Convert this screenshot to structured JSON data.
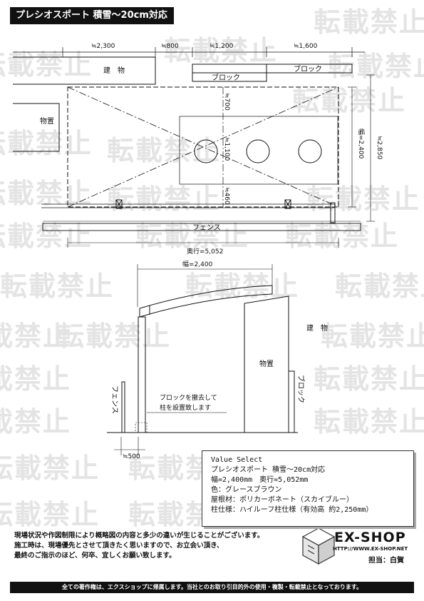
{
  "title": "プレシオスポート 積雪～20cm対応",
  "watermark": "転載禁止",
  "plan": {
    "dims_top": [
      "≒2,300",
      "≒800",
      "≒1,200",
      "≒1,600"
    ],
    "building": "建　物",
    "block1": "ブロック",
    "block2": "ブロック",
    "storage": "物置",
    "dim_700": "≒700",
    "dim_1100": "≒1,100",
    "dim_460": "≒460",
    "width": "幅=2,400",
    "height_right": "≒2,850",
    "fence": "フェンス",
    "depth": "奥行=5,052"
  },
  "elevation": {
    "width": "幅=2,400",
    "building": "建　物",
    "storage": "物置",
    "block": "ブロック",
    "fence": "フェンス",
    "note_line1": "ブロックを撤去して",
    "note_line2": "柱を設置致します",
    "dim_500": "≒500"
  },
  "spec": {
    "line1": "Value Select",
    "line2": "プレシオスポート 積雪～20cm対応",
    "line3": "幅=2,400mm　奥行=5,052mm",
    "line4": "色：グレースブラウン",
    "line5": "屋根材：ポリカーボネート（スカイブルー）",
    "line6": "柱仕様：ハイルーフ柱仕様（有効高 約2,250mm）"
  },
  "notes": {
    "line1": "現場状況や作図制限により概略図の内容と多少の違いが生じることがございます。",
    "line2": "施工時は、現場優先とさせて頂きたく思いますので、お立会い頂き、",
    "line3": "最終のご指示のほど、何卒、宜しくお願い致します。"
  },
  "logo": {
    "name": "EX-SHOP",
    "url": "HTTP://WWW.EX-SHOP.NET",
    "person": "担当：白賀"
  },
  "footer": "全ての著作権は、エクスショップに帰属します。当社とのお取り引目的外の使用・複製・転載禁止となっております。"
}
